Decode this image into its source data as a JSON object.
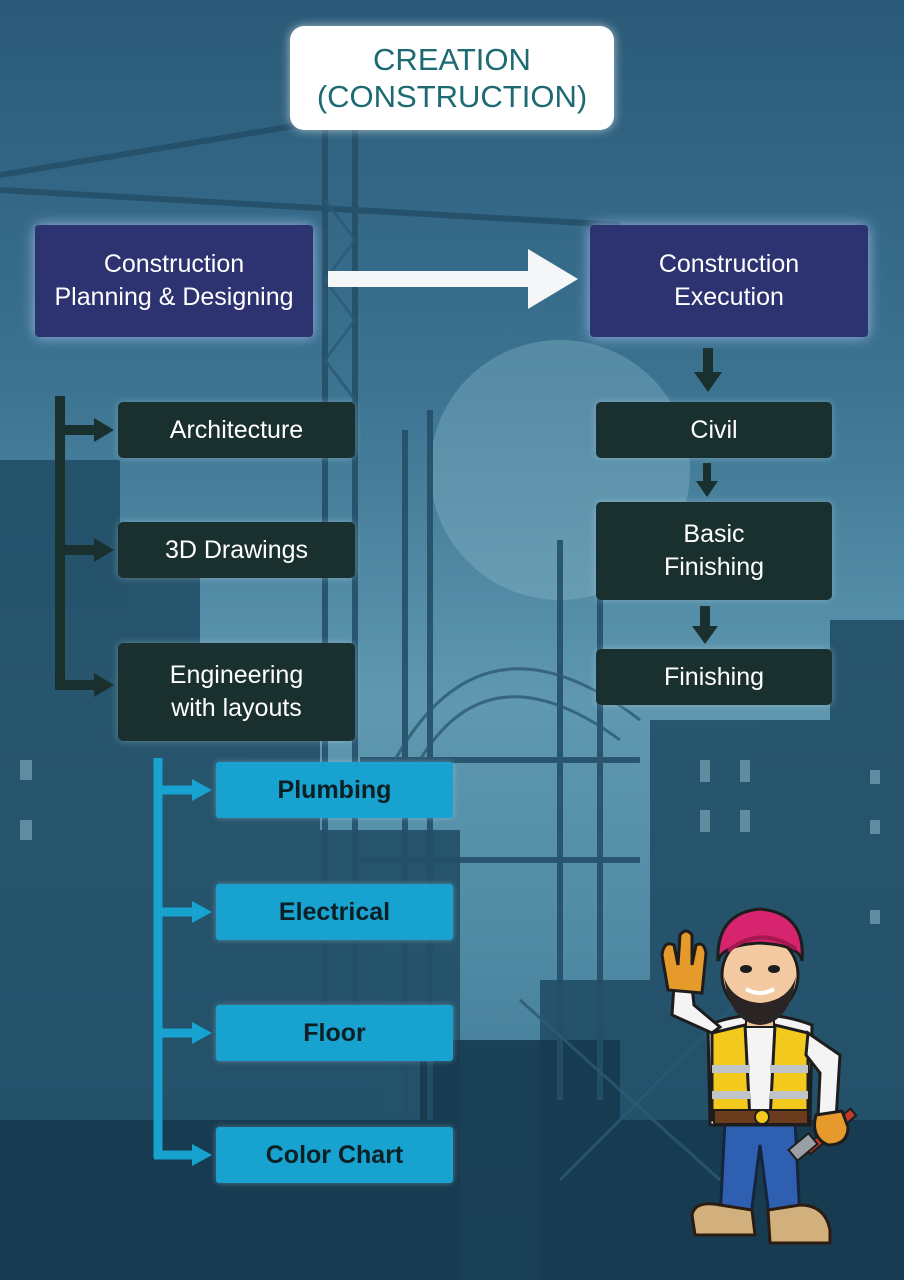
{
  "title": {
    "line1": "CREATION",
    "line2": "(CONSTRUCTION)"
  },
  "planning": {
    "line1": "Construction",
    "line2": "Planning & Designing"
  },
  "execution": {
    "line1": "Construction",
    "line2": "Execution"
  },
  "planning_items": {
    "architecture": "Architecture",
    "drawings": "3D Drawings",
    "engineering_line1": "Engineering",
    "engineering_line2": "with layouts"
  },
  "engineering_items": [
    "Plumbing",
    "Electrical",
    "Floor",
    "Color Chart"
  ],
  "execution_items": {
    "civil": "Civil",
    "basic_line1": "Basic",
    "basic_line2": "Finishing",
    "finishing": "Finishing"
  },
  "colors": {
    "navy": "#2d3270",
    "dark": "#19302e",
    "cyan": "#17a2cf",
    "title_text": "#1d6a72"
  },
  "icons": {
    "mascot": "construction-worker-mascot-illustration"
  }
}
